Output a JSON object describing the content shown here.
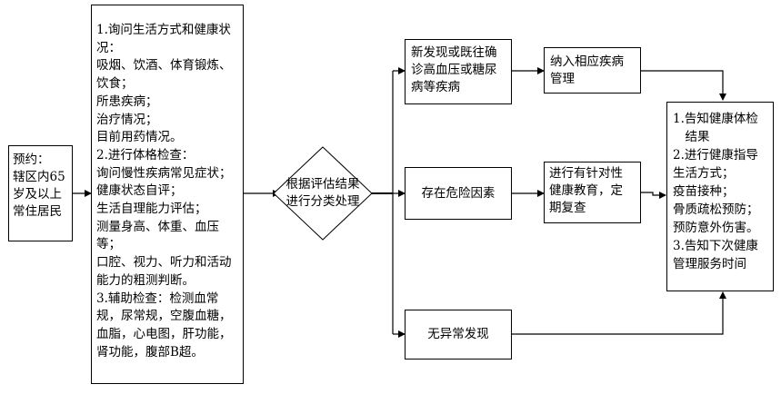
{
  "reserve_box": {
    "lines": [
      "预约：",
      "辖区内65",
      "岁及以上",
      "常住居民"
    ]
  },
  "exam_box": {
    "lines": [
      "1.询问生活方式和健康状",
      "况：",
      "吸烟、饮酒、体育锻炼、",
      "饮食；",
      "所患疾病；",
      "治疗情况；",
      "目前用药情况。",
      "2.进行体格检查：",
      "询问慢性疾病常见症状；",
      "健康状态自评；",
      "生活自理能力评估；",
      "测量身高、体重、血压",
      "等；",
      "口腔、视力、听力和活动",
      "能力的粗测判断。",
      "3.辅助检查：检测血常",
      "规，尿常规，空腹血糖，",
      "血脂，心电图，肝功能，",
      "肾功能，腹部B超。"
    ]
  },
  "decision": {
    "lines": [
      "根据评估结果",
      "进行分类处理"
    ]
  },
  "branch_disease": {
    "lines": [
      "新发现或既往确",
      "诊高血压或糖尿",
      "病等疾病"
    ]
  },
  "branch_risk": {
    "text": "存在危险因素"
  },
  "branch_normal": {
    "text": "无异常发现"
  },
  "action_disease": {
    "lines": [
      "纳入相应疾病",
      "管理"
    ]
  },
  "action_risk": {
    "lines": [
      "进行有针对性",
      "健康教育，定",
      "期复查"
    ]
  },
  "final_box": {
    "lines": [
      "1.告知健康体检",
      "　结果",
      "2.进行健康指导",
      "生活方式；",
      "疫苗接种；",
      "骨质疏松预防；",
      "预防意外伤害。",
      "3.告知下次健康",
      "管理服务时间"
    ]
  }
}
